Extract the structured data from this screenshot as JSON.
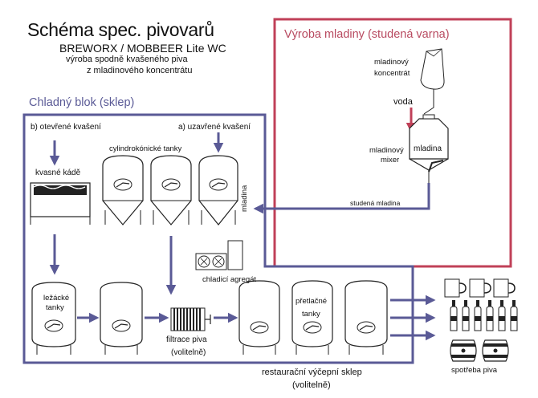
{
  "header": {
    "title": "Schéma spec. pivovarů",
    "subtitle": "BREWORX / MOBBEER Lite WC",
    "description_line1": "výroba spodně kvašeného piva",
    "description_line2": "z mladinového koncentrátu"
  },
  "hot_zone": {
    "title": "Výroba mladiny (studená varna)",
    "concentrate_line1": "mladinový",
    "concentrate_line2": "koncentrát",
    "water": "voda",
    "mixer_line1": "mladinový",
    "mixer_line2": "mixer",
    "wort": "mladina",
    "cold_wort": "studená mladina"
  },
  "cold_block": {
    "title": "Chladný blok (sklep)",
    "open_fermentation": "b) otevřené kvašení",
    "closed_fermentation": "a) uzavřené kvašení",
    "ck_tanks": "cylindrokónické tanky",
    "vats": "kvasné kádě",
    "wort_vertical": "mladina",
    "chiller": "chladicí agregát",
    "lager_line1": "ležácké",
    "lager_line2": "tanky",
    "filtration": "filtrace piva",
    "filtration_optional": "(volitelně)",
    "pressure_line1": "přetlačné",
    "pressure_line2": "tanky"
  },
  "taproom": {
    "line1": "restaurační výčepní sklep",
    "line2": "(volitelně)"
  },
  "consumption": {
    "label": "spotřeba piva"
  },
  "colors": {
    "cold_zone_border": "#5a5a96",
    "hot_zone_border": "#c04058",
    "arrow": "#5a5a96",
    "water_arrow": "#c04058",
    "outline": "#222222"
  },
  "icons": [
    "tank-icon",
    "fermentation-vat-icon",
    "filter-icon",
    "chiller-icon",
    "mug-icon",
    "bottle-icon",
    "keg-icon",
    "sack-icon",
    "mixer-icon"
  ]
}
